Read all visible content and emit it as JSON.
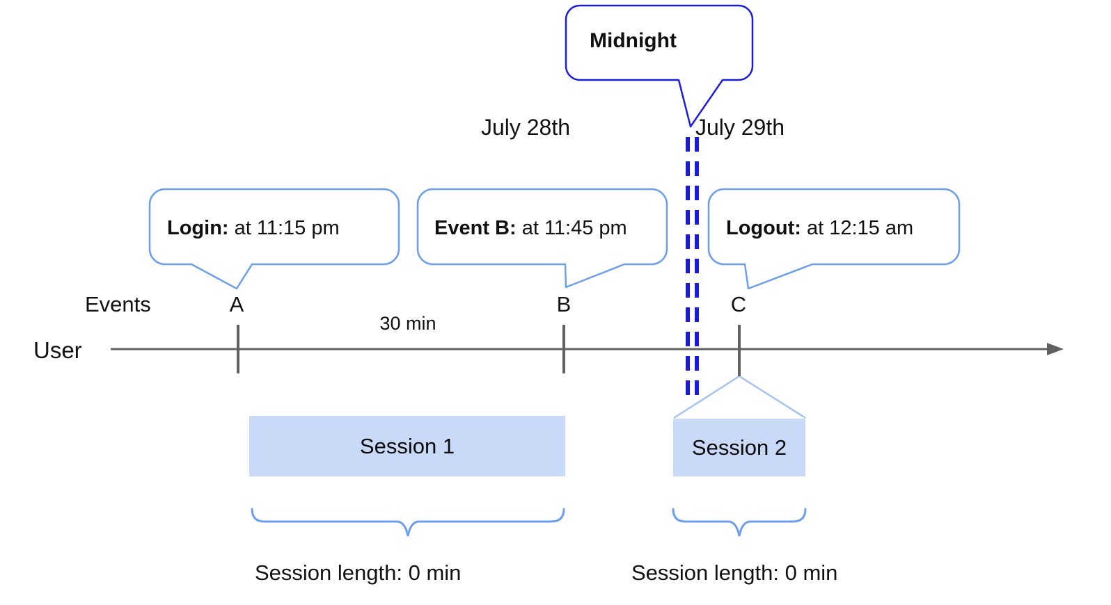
{
  "midnight": {
    "label": "Midnight"
  },
  "dates": {
    "left": "July 28th",
    "right": "July 29th"
  },
  "callouts": {
    "login": {
      "bold": "Login:",
      "rest": " at 11:15 pm"
    },
    "event_b": {
      "bold": "Event B:",
      "rest": " at 11:45 pm"
    },
    "logout": {
      "bold": "Logout:",
      "rest": " at 12:15 am"
    }
  },
  "axis": {
    "user_label": "User",
    "events_label": "Events",
    "interval_label": "30 min",
    "marks": [
      "A",
      "B",
      "C"
    ]
  },
  "sessions": [
    {
      "label": "Session 1",
      "length_label": "Session length: 0 min"
    },
    {
      "label": "Session 2",
      "length_label": "Session length: 0 min"
    }
  ],
  "colors": {
    "callout_border_blue": "#6d9eeb",
    "midnight_blue": "#1b1bdb",
    "session_fill": "#c9daf8",
    "expansion_line_blue": "#a4c2f4",
    "axis_gray": "#616161"
  }
}
